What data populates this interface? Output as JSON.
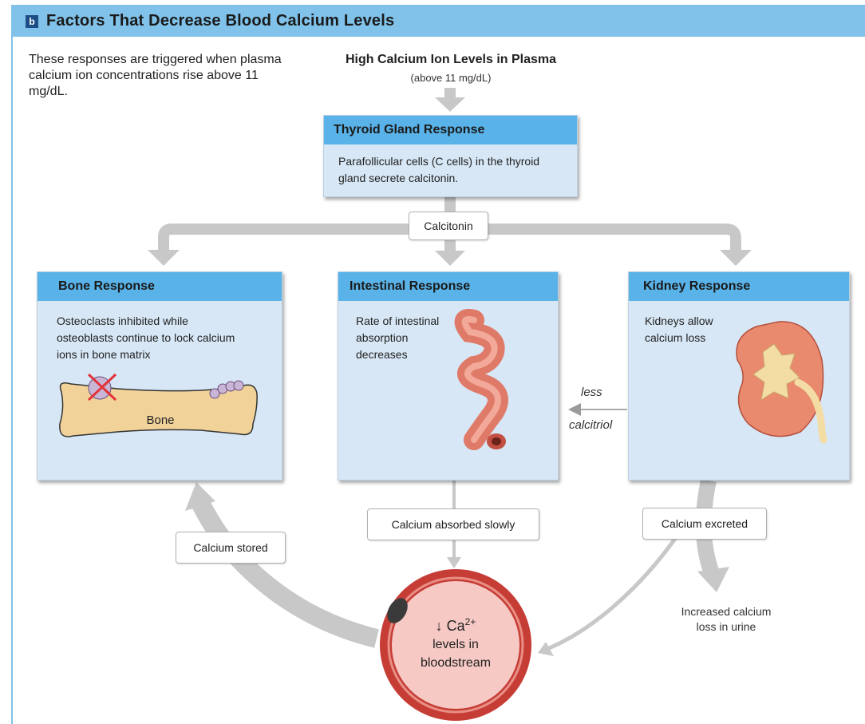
{
  "header": {
    "badge": "b",
    "title": "Factors That Decrease Blood Calcium Levels"
  },
  "intro": "These responses are triggered when plasma calcium ion concentrations rise above 11 mg/dL.",
  "trigger": {
    "title": "High Calcium Ion Levels in Plasma",
    "subtitle": "(above 11 mg/dL)"
  },
  "thyroid": {
    "title": "Thyroid Gland Response",
    "text": "Parafollicular cells (C cells) in the thyroid gland secrete calcitonin."
  },
  "hormone_label": "Calcitonin",
  "bone": {
    "title": "Bone Response",
    "text": "Osteoclasts inhibited while osteoblasts continue to lock calcium ions in bone matrix",
    "bone_label": "Bone"
  },
  "intestine": {
    "title": "Intestinal Response",
    "text": "Rate of intestinal absorption decreases"
  },
  "kidney": {
    "title": "Kidney Response",
    "text": "Kidneys allow calcium loss"
  },
  "calcitriol": {
    "line1": "less",
    "line2": "calcitriol"
  },
  "outcomes": {
    "stored": "Calcium stored",
    "absorbed": "Calcium absorbed slowly",
    "excreted": "Calcium excreted",
    "urine": "Increased calcium loss in urine"
  },
  "blood": {
    "arrow": "↓",
    "ion": "Ca",
    "charge": "2+",
    "line2": "levels in",
    "line3": "bloodstream"
  },
  "colors": {
    "header": "#80c2e9",
    "panel_head": "#59b2e8",
    "panel_body": "#d7e7f5",
    "arrow": "#c8c8c8",
    "vessel": "#c63d36",
    "vessel_fill": "#f6c9c4",
    "bone": "#f1d39a",
    "intestine": "#e07a68",
    "kidney": "#e9896e"
  }
}
